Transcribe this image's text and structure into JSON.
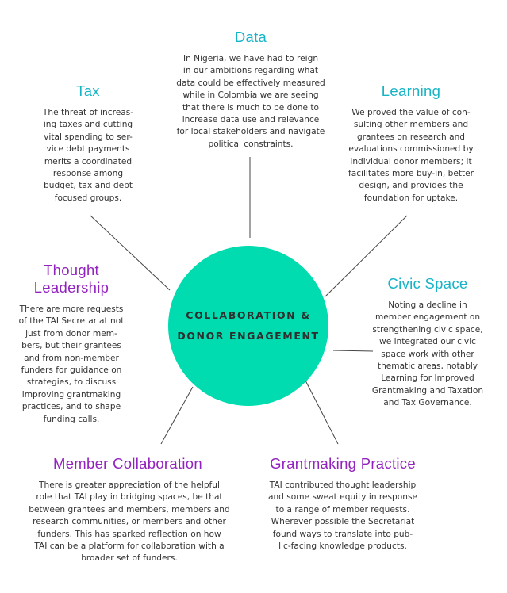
{
  "colors": {
    "hub": "#00dcb0",
    "teal_title": "#16b4c6",
    "purple_title": "#9323bf",
    "line": "#444444",
    "text": "#333333"
  },
  "hub": {
    "title": "COLLABORATION &\nDONOR ENGAGEMENT"
  },
  "nodes": {
    "data": {
      "title": "Data",
      "body": "In Nigeria, we have had to reign\nin our ambitions regarding what\ndata could be effectively measured\nwhile in Colombia we are seeing\nthat there is much to be done to\nincrease data use and relevance\nfor local stakeholders and navigate\npolitical constraints."
    },
    "tax": {
      "title": "Tax",
      "body": "The threat of increas-\ning taxes and cutting\nvital spending to ser-\nvice debt payments\nmerits a coordinated\nresponse among\nbudget, tax and debt\nfocused groups."
    },
    "learning": {
      "title": "Learning",
      "body": "We proved the value of con-\nsulting other members and\ngrantees on research and\nevaluations commissioned by\nindividual donor members; it\nfacilitates more buy-in, better\ndesign, and provides the\nfoundation for uptake."
    },
    "thought_leadership": {
      "title": "Thought\nLeadership",
      "body": "There are more requests\nof the TAI Secretariat not\njust from donor mem-\nbers, but their grantees\nand from non-member\nfunders for guidance on\nstrategies, to discuss\nimproving grantmaking\npractices, and to shape\nfunding calls."
    },
    "civic_space": {
      "title": "Civic Space",
      "body": "Noting a decline in\nmember engagement on\nstrengthening civic space,\nwe integrated our civic\nspace work with other\nthematic areas, notably\nLearning for Improved\nGrantmaking and Taxation\nand Tax Governance."
    },
    "member_collaboration": {
      "title": "Member Collaboration",
      "body": "There is greater appreciation of the helpful\nrole that TAI play in bridging spaces, be that\nbetween grantees and members, members and\nresearch communities, or members and other\nfunders. This has sparked reflection on how\nTAI can be a platform for collaboration with a\nbroader set of funders."
    },
    "grantmaking_practice": {
      "title": "Grantmaking Practice",
      "body": "TAI contributed thought leadership\nand some sweat equity in response\nto a range of member requests.\nWherever possible the Secretariat\nfound ways to translate into pub-\nlic-facing knowledge products."
    }
  }
}
